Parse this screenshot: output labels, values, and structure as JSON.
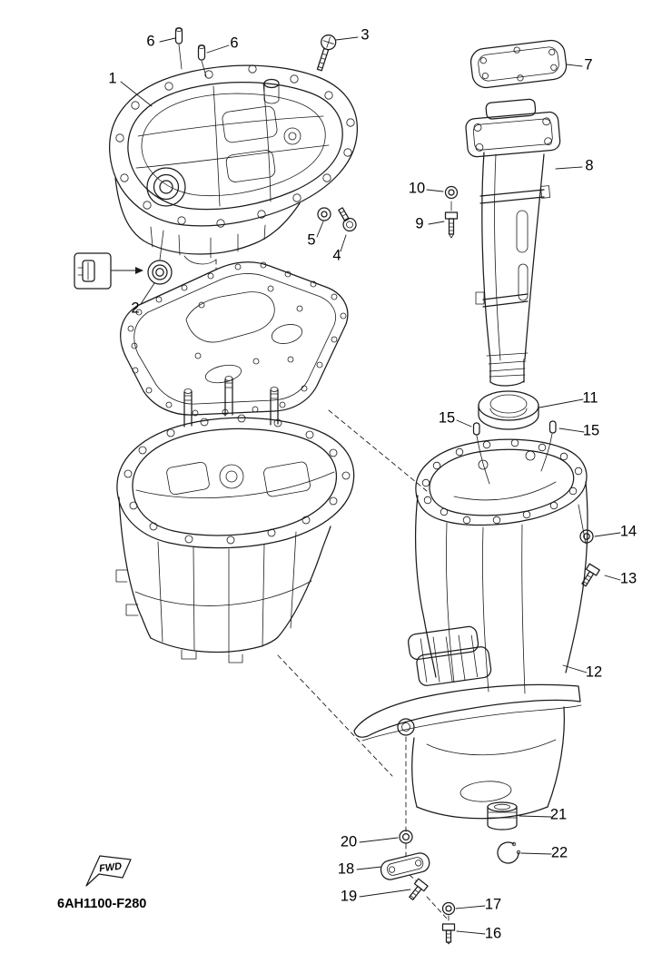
{
  "diagram": {
    "background": "#ffffff",
    "line_color": "#1b1b1b",
    "code": "6AH1100-F280",
    "fwd_label": "FWD",
    "callouts": [
      {
        "label": "6"
      },
      {
        "label": "6"
      },
      {
        "label": "3"
      },
      {
        "label": "1"
      },
      {
        "label": "7"
      },
      {
        "label": "8"
      },
      {
        "label": "10"
      },
      {
        "label": "9"
      },
      {
        "label": "5"
      },
      {
        "label": "4"
      },
      {
        "label": "2"
      },
      {
        "label": "11"
      },
      {
        "label": "15"
      },
      {
        "label": "15"
      },
      {
        "label": "14"
      },
      {
        "label": "13"
      },
      {
        "label": "12"
      },
      {
        "label": "21"
      },
      {
        "label": "22"
      },
      {
        "label": "20"
      },
      {
        "label": "18"
      },
      {
        "label": "19"
      },
      {
        "label": "17"
      },
      {
        "label": "16"
      }
    ]
  }
}
